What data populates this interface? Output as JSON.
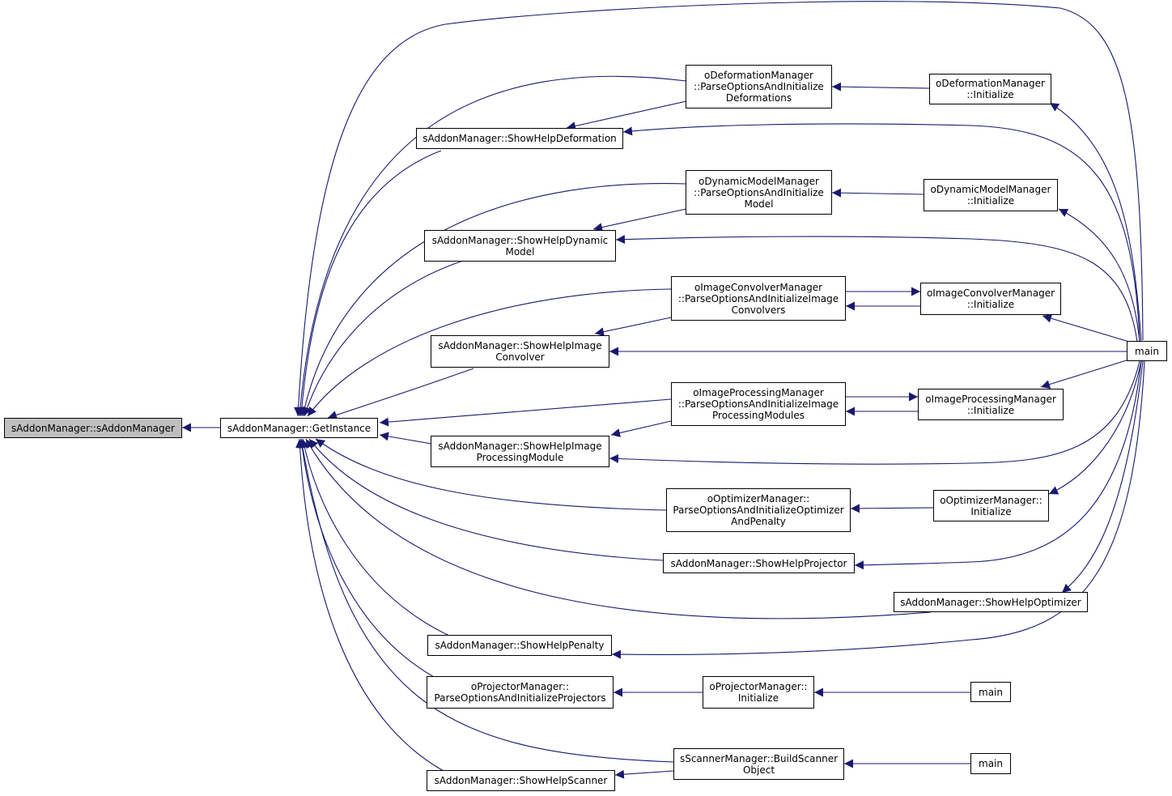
{
  "colors": {
    "edge": "#191970",
    "node_border": "#000000",
    "root_fill": "#bfbfbf",
    "node_fill": "#ffffff"
  },
  "nodes": {
    "root": "sAddonManager::sAddonManager",
    "get_instance": "sAddonManager::GetInstance",
    "odef_parse": "oDeformationManager\n::ParseOptionsAndInitialize\nDeformations",
    "odef_init": "oDeformationManager\n::Initialize",
    "show_help_deformation": "sAddonManager::ShowHelpDeformation",
    "odyn_parse": "oDynamicModelManager\n::ParseOptionsAndInitialize\nModel",
    "odyn_init": "oDynamicModelManager\n::Initialize",
    "show_help_dynamic": "sAddonManager::ShowHelpDynamic\nModel",
    "oimgconv_parse": "oImageConvolverManager\n::ParseOptionsAndInitializeImage\nConvolvers",
    "oimgconv_init": "oImageConvolverManager\n::Initialize",
    "show_help_image_convolver": "sAddonManager::ShowHelpImage\nConvolver",
    "main_right": "main",
    "oimgproc_parse": "oImageProcessingManager\n::ParseOptionsAndInitializeImage\nProcessingModules",
    "oimgproc_init": "oImageProcessingManager\n::Initialize",
    "show_help_image_processing": "sAddonManager::ShowHelpImage\nProcessingModule",
    "oopt_parse": "oOptimizerManager::\nParseOptionsAndInitializeOptimizer\nAndPenalty",
    "oopt_init": "oOptimizerManager::\nInitialize",
    "show_help_projector": "sAddonManager::ShowHelpProjector",
    "show_help_optimizer": "sAddonManager::ShowHelpOptimizer",
    "show_help_penalty": "sAddonManager::ShowHelpPenalty",
    "oproj_parse": "oProjectorManager::\nParseOptionsAndInitializeProjectors",
    "oproj_init": "oProjectorManager::\nInitialize",
    "main_proj": "main",
    "scanner_build": "sScannerManager::BuildScanner\nObject",
    "show_help_scanner": "sAddonManager::ShowHelpScanner",
    "main_scanner": "main"
  }
}
